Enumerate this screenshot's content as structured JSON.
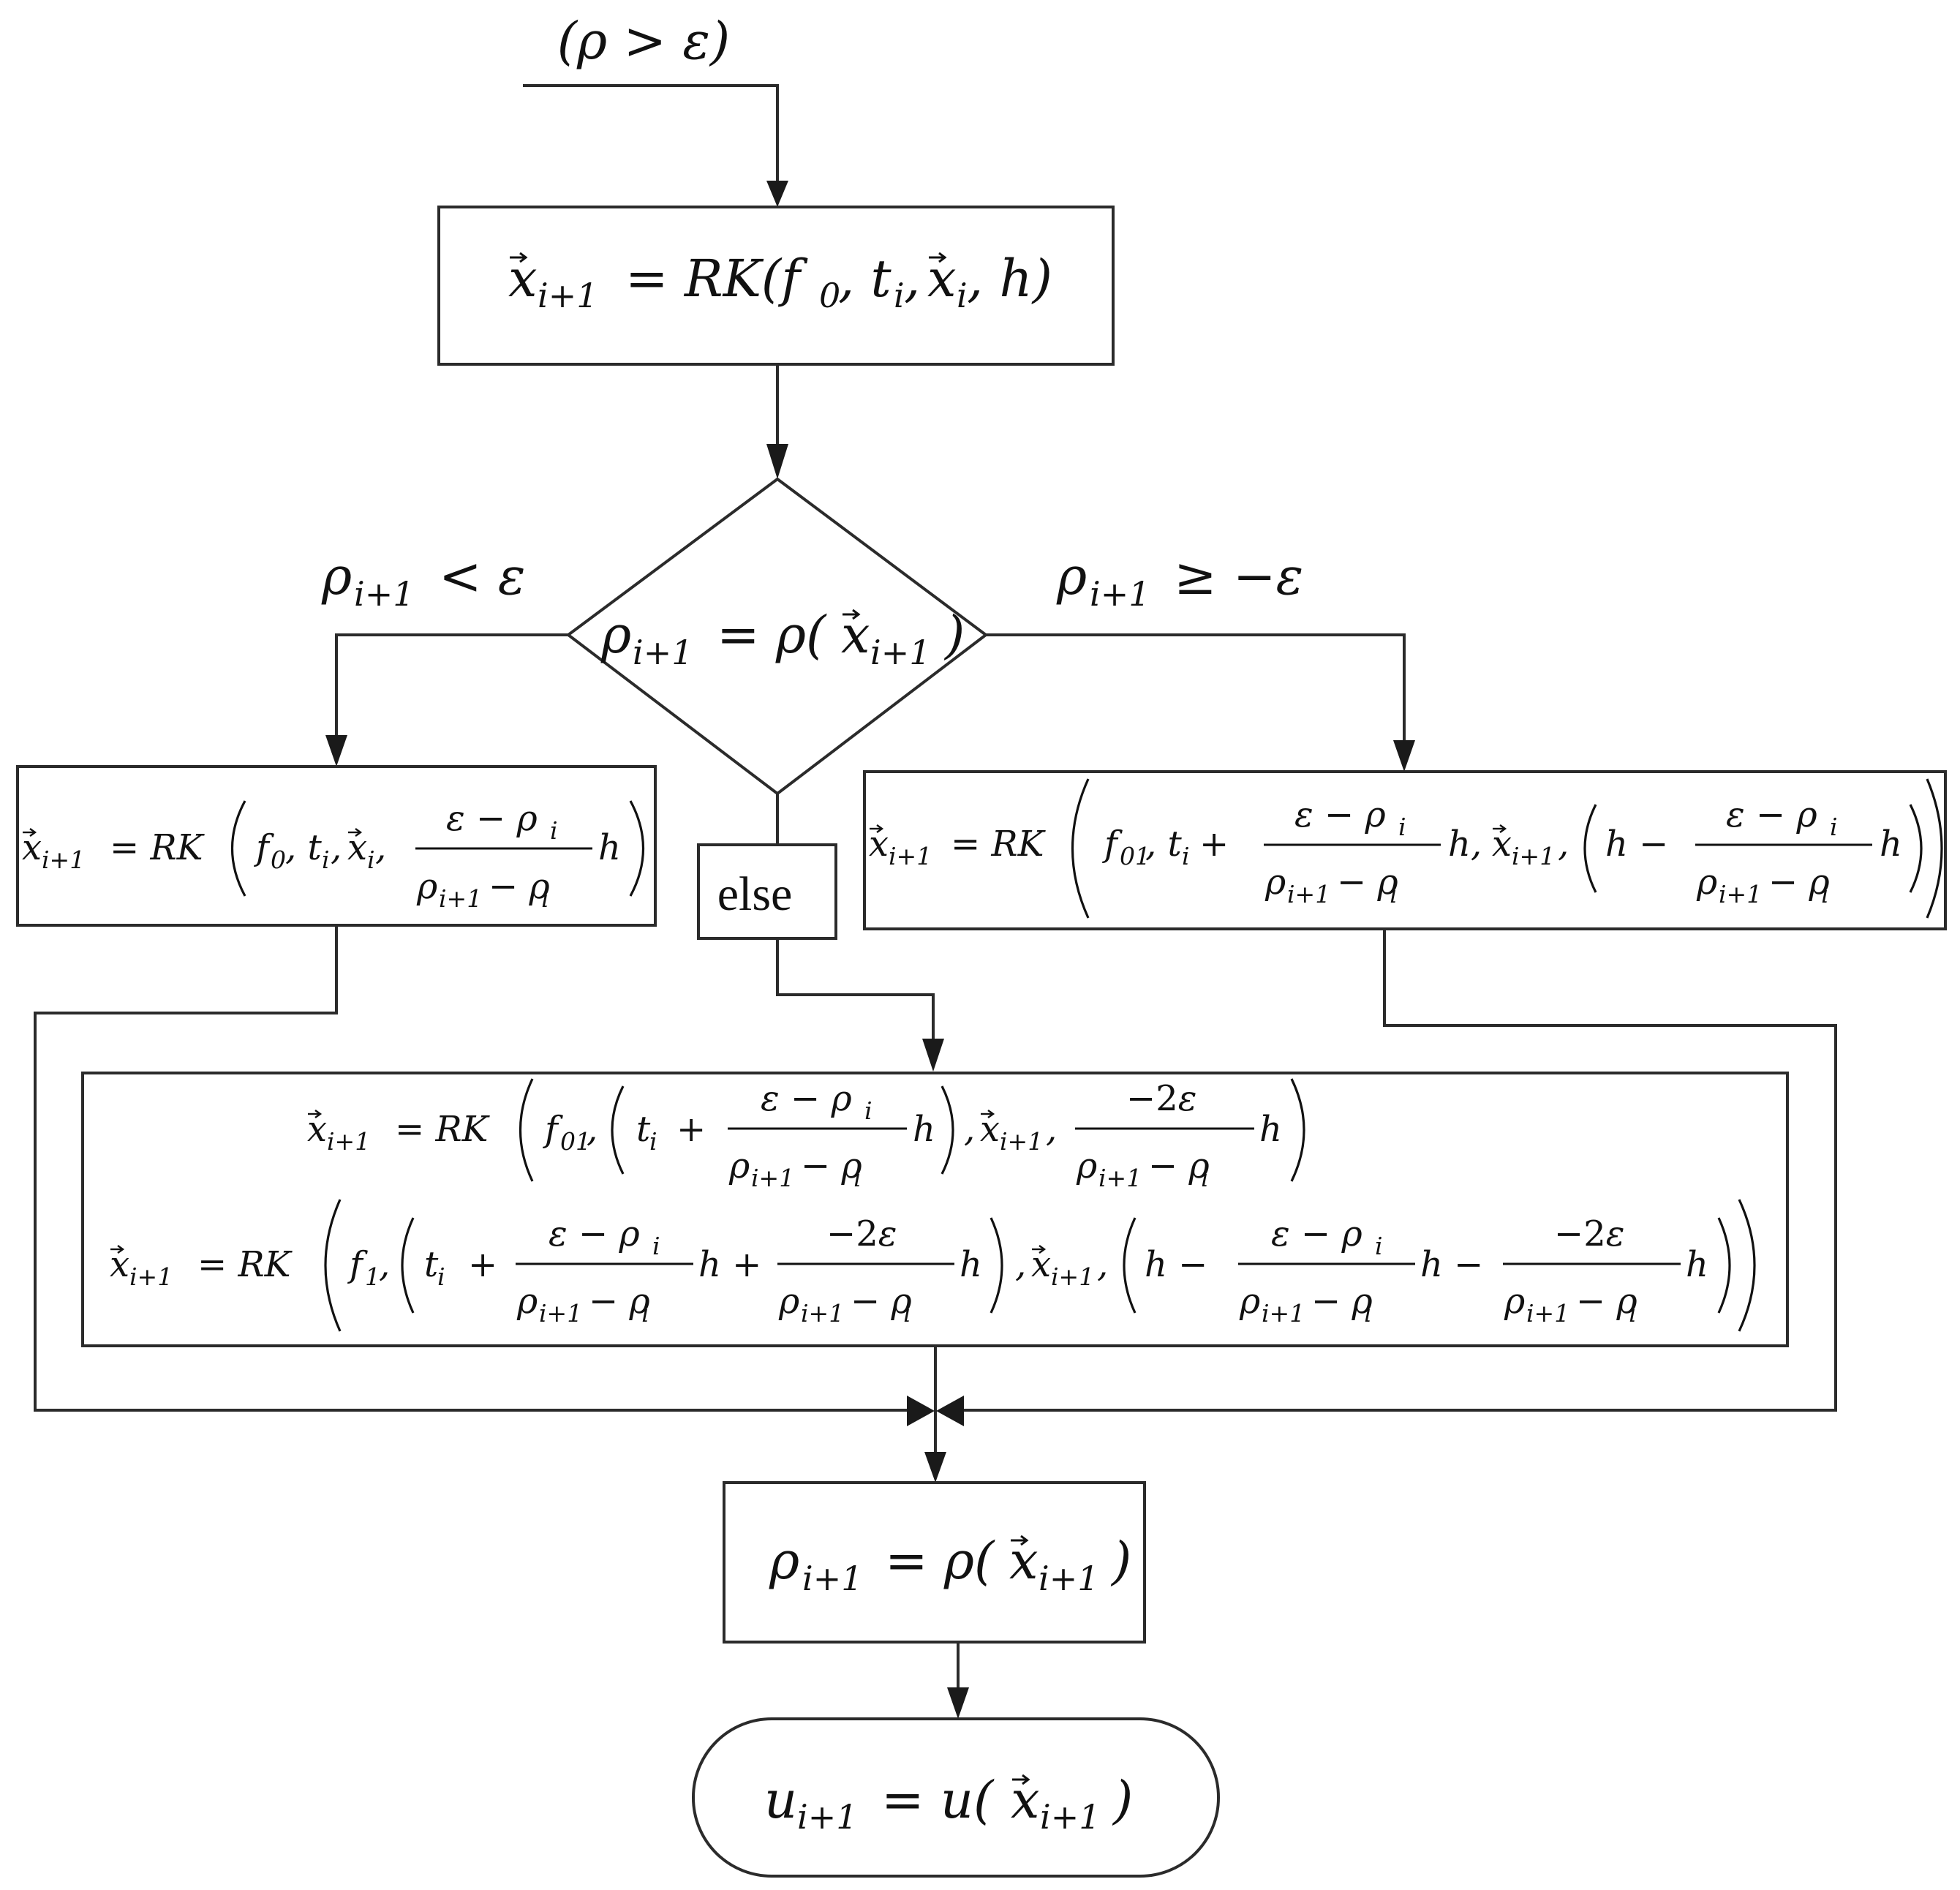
{
  "diagram": {
    "entry_condition": "(ρ > ε)",
    "step_box": "x⃗i+1 = RK(f0, ti, x⃗i, h)",
    "decision": "ρi+1 = ρ(x⃗i+1)",
    "branch_left_label": "ρi+1 < ε",
    "branch_right_label": "ρi+1 ≥ −ε",
    "left_box": "x⃗i+1 = RK(f0, ti, x⃗i, (ε − ρi)/(ρi+1 − ρi) h)",
    "else_label": "else",
    "right_box": "x⃗i+1 = RK(f01, ti + (ε − ρi)/(ρi+1 − ρi) h, x⃗i+1, (h − (ε − ρi)/(ρi+1 − ρi) h))",
    "middle_box_line1": "x⃗i+1 = RK(f01, (ti + (ε − ρi)/(ρi+1 − ρi) h), x⃗i+1, (−2ε)/(ρi+1 − ρi) h)",
    "middle_box_line2": "x⃗i+1 = RK(f1, (ti + (ε − ρi)/(ρi+1 − ρi) h + (−2ε)/(ρi+1 − ρi) h), x⃗i+1, (h − (ε − ρi)/(ρi+1 − ρi) h − (−2ε)/(ρi+1 − ρi) h))",
    "update_box": "ρi+1 = ρ(x⃗i+1)",
    "terminal": "ui+1 = u(x⃗i+1)"
  }
}
